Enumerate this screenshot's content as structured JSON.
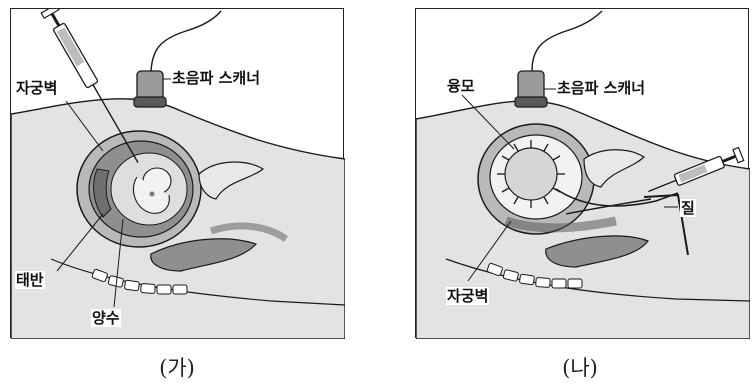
{
  "panels": [
    {
      "caption": "(가)",
      "labels": {
        "uterine_wall": "자궁벽",
        "scanner": "초음파 스캐너",
        "placenta": "태반",
        "amniotic_fluid": "양수"
      }
    },
    {
      "caption": "(나)",
      "labels": {
        "chorion": "융모",
        "scanner": "초음파 스캐너",
        "vagina": "질",
        "uterine_wall": "자궁벽"
      }
    }
  ],
  "colors": {
    "tissue_dark": "#8f8f8f",
    "tissue_mid": "#b9b9b9",
    "tissue_light": "#e3e3e3",
    "outline": "#1a1a1a"
  },
  "icons": [
    "syringe-icon",
    "ultrasound-scanner-icon"
  ]
}
